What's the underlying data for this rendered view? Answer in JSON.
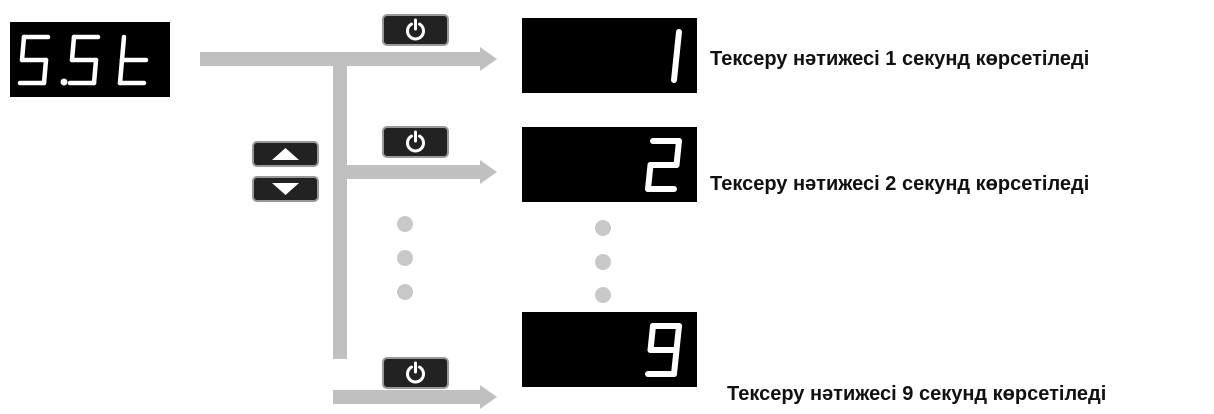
{
  "colors": {
    "flow_line": "#c0c0c0",
    "display_bg": "#000000",
    "segment": "#ffffff",
    "button_bg": "#222222",
    "button_border": "#999999",
    "dot": "#c8c8c8"
  },
  "source_display": {
    "text": "5.5t"
  },
  "steps": [
    {
      "display": "1",
      "caption": "Тексеру нәтижесі 1 секунд көрсетіледі",
      "button_icon": "power-icon"
    },
    {
      "display": "2",
      "caption": "Тексеру нәтижесі 2 секунд көрсетіледі",
      "button_icon": "power-icon"
    },
    {
      "display": "9",
      "caption": "Тексеру нәтижесі 9 секунд көрсетіледі",
      "button_icon": "power-icon"
    }
  ],
  "nav_buttons": [
    {
      "icon": "arrow-up-icon"
    },
    {
      "icon": "arrow-down-icon"
    }
  ]
}
